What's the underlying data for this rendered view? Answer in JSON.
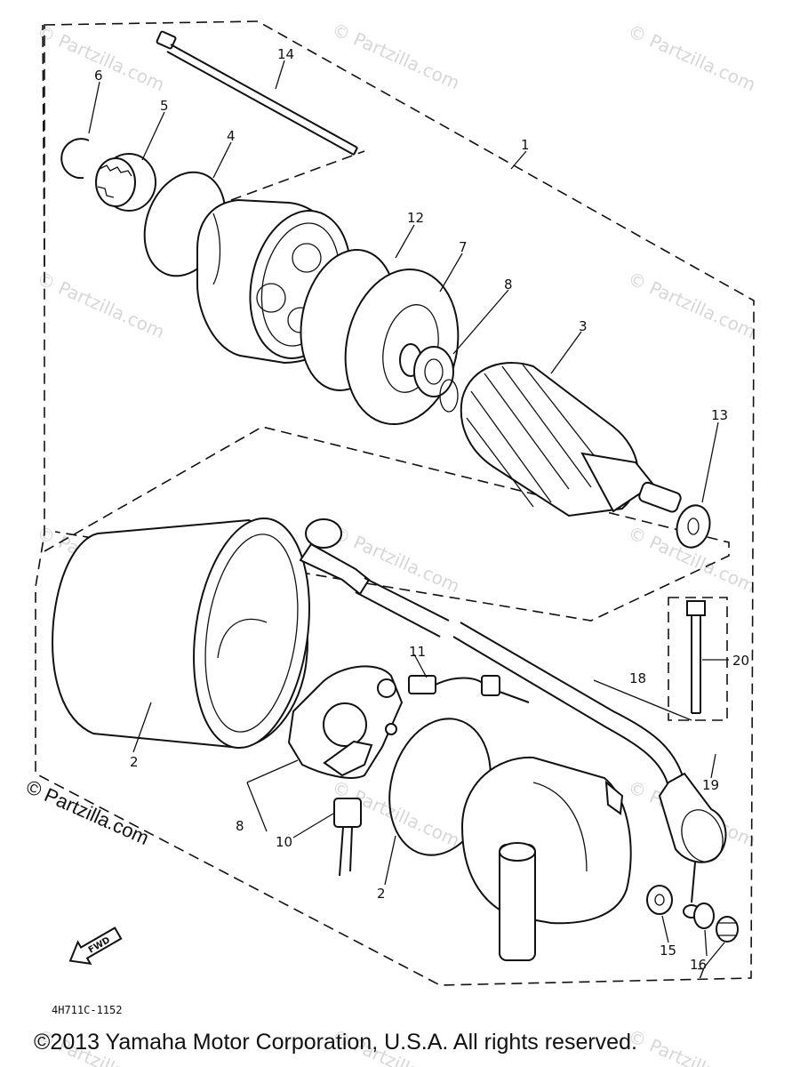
{
  "watermark": "© Partzilla.com",
  "watermark_large": "© Partzilla.com",
  "drawing_code": "4H711C-1152",
  "fwd_label": "FWD",
  "copyright": "©2013  Yamaha Motor Corporation, U.S.A. All rights reserved.",
  "callouts": {
    "c1": "1",
    "c2a": "2",
    "c2b": "2",
    "c3": "3",
    "c4": "4",
    "c5": "5",
    "c6": "6",
    "c7a": "7",
    "c7b": "7",
    "c8a": "8",
    "c8b": "8",
    "c10": "10",
    "c11": "11",
    "c12": "12",
    "c13": "13",
    "c14": "14",
    "c15": "15",
    "c16": "16",
    "c18": "18",
    "c19": "19",
    "c20": "20"
  }
}
